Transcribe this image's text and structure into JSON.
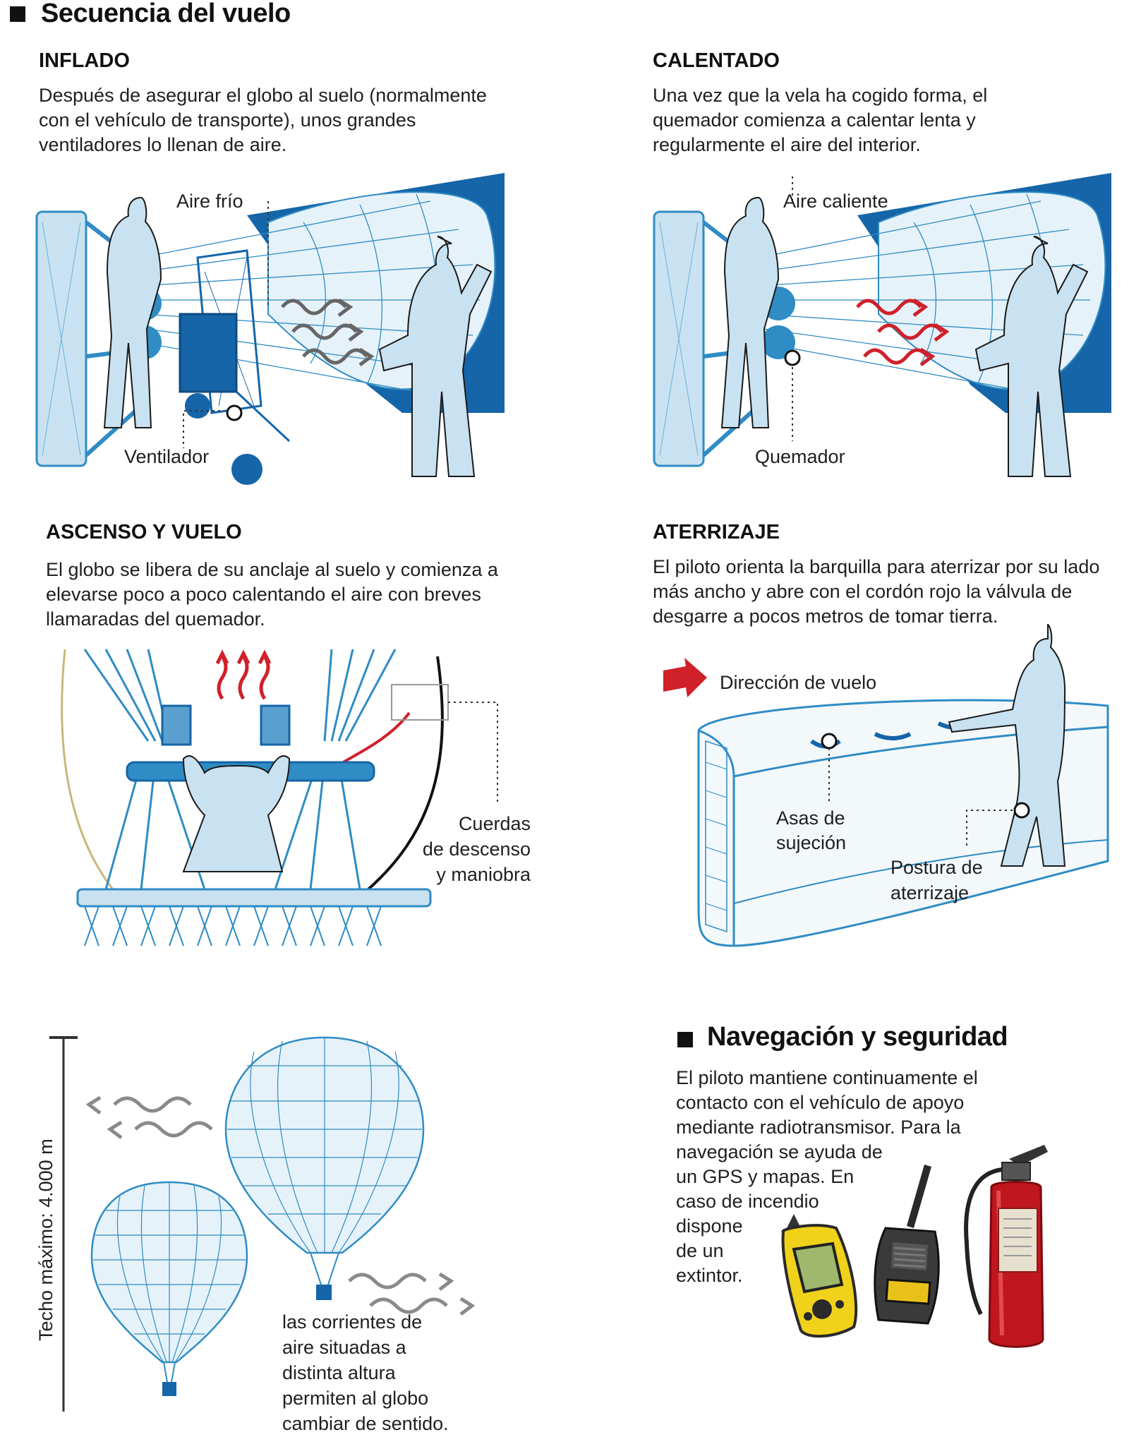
{
  "title": "Secuencia del vuelo",
  "sections": {
    "inflado": {
      "heading": "INFLADO",
      "text": "Después de asegurar el globo al suelo (normalmente con el vehículo de transporte), unos grandes ventiladores lo llenan de aire.",
      "label_air": "Aire frío",
      "label_fan": "Ventilador"
    },
    "calentado": {
      "heading": "CALENTADO",
      "text": "Una vez que la vela ha cogido forma, el quemador comienza a calentar lenta y regularmente el aire del interior.",
      "label_air": "Aire caliente",
      "label_burner": "Quemador"
    },
    "ascenso": {
      "heading": "ASCENSO Y VUELO",
      "text": "El globo se libera de su anclaje al suelo y comienza a elevarse poco a poco calentando el aire con breves llamaradas del quemador.",
      "label_ropes_1": "Cuerdas",
      "label_ropes_2": "de descenso",
      "label_ropes_3": "y maniobra"
    },
    "aterrizaje": {
      "heading": "ATERRIZAJE",
      "text": "El piloto orienta la barquilla para aterrizar por su lado más ancho y abre con el cordón rojo la válvula de desgarre a pocos metros de tomar tierra.",
      "label_direction": "Dirección de vuelo",
      "label_handles_1": "Asas de",
      "label_handles_2": "sujeción",
      "label_posture_1": "Postura de",
      "label_posture_2": "aterrizaje"
    },
    "altitude": {
      "axis_label": "Techo máximo: 4.000 m",
      "caption_1": "las corrientes de",
      "caption_2": "aire situadas a",
      "caption_3": "distinta altura",
      "caption_4": "permiten al globo",
      "caption_5": "cambiar de sentido."
    },
    "navegacion": {
      "heading": "Navegación y seguridad",
      "lines": [
        "El piloto mantiene continuamente el",
        "contacto con el vehículo de apoyo",
        "mediante radiotransmisor. Para la",
        "navegación se ayuda de",
        "un GPS y mapas.  En",
        "caso de incendio",
        "dispone",
        "de un",
        "extintor."
      ]
    }
  },
  "colors": {
    "line_blue": "#2f8cc4",
    "dark_blue": "#1565a8",
    "light_blue": "#c9e2f1",
    "pale_blue": "#e6f2f9",
    "heat_red": "#d0202a",
    "arrow_grey": "#8a8a8a"
  },
  "icons": [
    "gps-device-icon",
    "radio-transmitter-icon",
    "fire-extinguisher-icon"
  ]
}
